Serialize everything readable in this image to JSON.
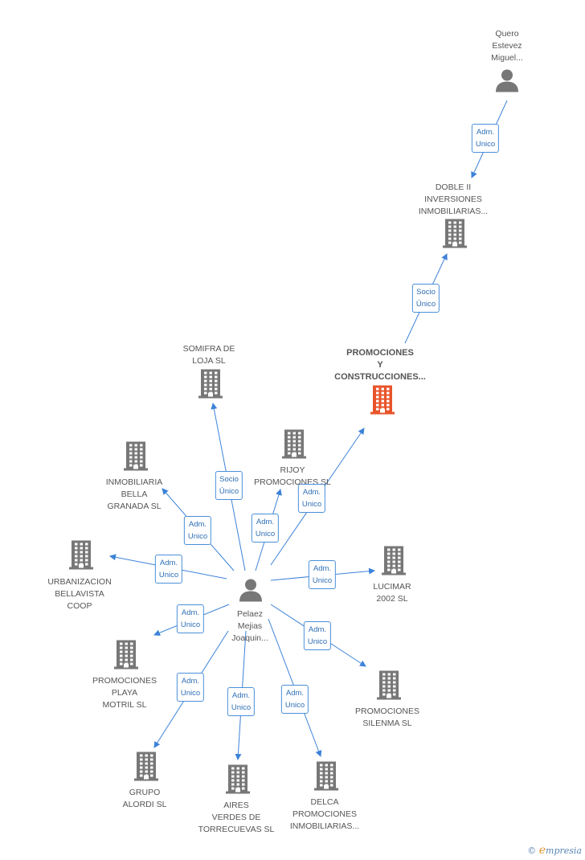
{
  "colors": {
    "edge": "#3c82d8",
    "icon": "#777777",
    "focus_icon": "#e8542a",
    "role_border": "#4a8fd9",
    "role_text": "#2f6fb5"
  },
  "nodes": [
    {
      "id": "quero",
      "kind": "person",
      "lines": [
        "Quero",
        "Estevez",
        "Miguel..."
      ]
    },
    {
      "id": "doble",
      "kind": "company",
      "lines": [
        "DOBLE II",
        "INVERSIONES",
        "INMOBILIARIAS..."
      ]
    },
    {
      "id": "promociones_y",
      "kind": "focus",
      "lines": [
        "PROMOCIONES",
        "Y",
        "CONSTRUCCIONES..."
      ]
    },
    {
      "id": "somifra",
      "kind": "company",
      "lines": [
        "SOMIFRA DE",
        "LOJA SL"
      ]
    },
    {
      "id": "rijoy",
      "kind": "company",
      "lines": [
        "RIJOY",
        "PROMOCIONES SL"
      ]
    },
    {
      "id": "bella",
      "kind": "company",
      "lines": [
        "INMOBILIARIA",
        "BELLA",
        "GRANADA SL"
      ]
    },
    {
      "id": "urbanizacion",
      "kind": "company",
      "lines": [
        "URBANIZACION",
        "BELLAVISTA",
        "COOP"
      ]
    },
    {
      "id": "lucimar",
      "kind": "company",
      "lines": [
        "LUCIMAR",
        "2002 SL"
      ]
    },
    {
      "id": "pelaez",
      "kind": "person",
      "lines": [
        "Pelaez",
        "Mejias",
        "Joaquin..."
      ]
    },
    {
      "id": "playa",
      "kind": "company",
      "lines": [
        "PROMOCIONES",
        "PLAYA",
        "MOTRIL SL"
      ]
    },
    {
      "id": "silenma",
      "kind": "company",
      "lines": [
        "PROMOCIONES",
        "SILENMA  SL"
      ]
    },
    {
      "id": "alordi",
      "kind": "company",
      "lines": [
        "GRUPO",
        "ALORDI SL"
      ]
    },
    {
      "id": "aires",
      "kind": "company",
      "lines": [
        "AIRES",
        "VERDES DE",
        "TORRECUEVAS SL"
      ]
    },
    {
      "id": "delca",
      "kind": "company",
      "lines": [
        "DELCA",
        "PROMOCIONES",
        "INMOBILIARIAS..."
      ]
    }
  ],
  "edges": [
    {
      "from": "quero",
      "to": "doble",
      "role": [
        "Adm.",
        "Unico"
      ]
    },
    {
      "from": "promociones_y",
      "to": "doble",
      "role": [
        "Socio",
        "Único"
      ]
    },
    {
      "from": "pelaez",
      "to": "promociones_y",
      "role": [
        "Adm.",
        "Unico"
      ]
    },
    {
      "from": "pelaez",
      "to": "somifra",
      "role": [
        "Socio",
        "Único"
      ]
    },
    {
      "from": "pelaez",
      "to": "rijoy",
      "role": [
        "Adm.",
        "Unico"
      ]
    },
    {
      "from": "pelaez",
      "to": "bella",
      "role": [
        "Adm.",
        "Unico"
      ]
    },
    {
      "from": "pelaez",
      "to": "urbanizacion",
      "role": [
        "Adm.",
        "Unico"
      ]
    },
    {
      "from": "pelaez",
      "to": "lucimar",
      "role": [
        "Adm.",
        "Unico"
      ]
    },
    {
      "from": "pelaez",
      "to": "playa",
      "role": [
        "Adm.",
        "Unico"
      ]
    },
    {
      "from": "pelaez",
      "to": "silenma",
      "role": [
        "Adm.",
        "Unico"
      ]
    },
    {
      "from": "pelaez",
      "to": "alordi",
      "role": [
        "Adm.",
        "Unico"
      ]
    },
    {
      "from": "pelaez",
      "to": "aires",
      "role": [
        "Adm.",
        "Unico"
      ]
    },
    {
      "from": "pelaez",
      "to": "delca",
      "role": [
        "Adm.",
        "Unico"
      ]
    }
  ],
  "footer": {
    "copyright": "©",
    "brand_e": "e",
    "brand_rest": "mpresia"
  }
}
